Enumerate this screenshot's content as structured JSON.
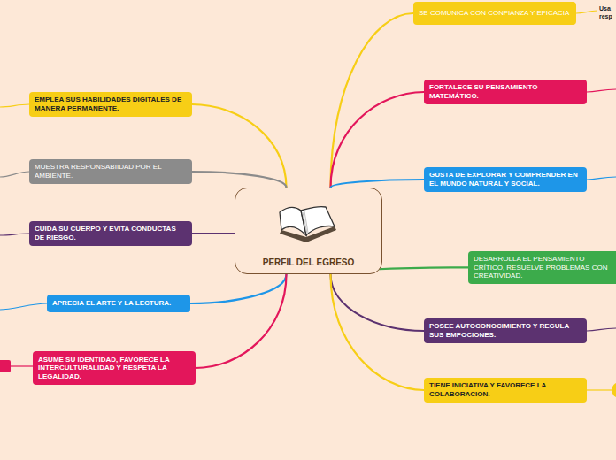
{
  "diagram": {
    "nodes": [
      {
        "text": [
          "PERFIL DEL EGRESO"
        ]
      },
      {
        "text": [
          "SE COMUNICA CON CONFIANZA Y EFICACIA"
        ]
      },
      {
        "text": [
          "FORTALECE SU PENSAMIENTO MATEMÁTICO."
        ]
      },
      {
        "text": [
          "GUSTA DE EXPLORAR Y COMPRENDER EN EL MUNDO NATURAL Y SOCIAL."
        ]
      },
      {
        "text": [
          "DESARROLLA EL PENSAMIENTO CRÍTICO, RESUELVE PROBLEMAS CON CREATIVIDAD."
        ]
      },
      {
        "text": [
          "POSEE AUTOCONOCIMIENTO Y REGULA SUS EMPOCIONES."
        ]
      },
      {
        "text": [
          "TIENE INICIATIVA Y FAVORECE LA COLABORACION."
        ]
      },
      {
        "text": [
          "EMPLEA SUS HABILIDADES DIGITALES DE MANERA PERMANENTE."
        ]
      },
      {
        "text": [
          "MUESTRA RESPONSABIIDAD POR EL AMBIENTE."
        ]
      },
      {
        "text": [
          "CUIDA SU CUERPO Y EVITA CONDUCTAS DE RIESGO."
        ]
      },
      {
        "text": [
          "APRECIA EL ARTE Y LA LECTURA."
        ]
      },
      {
        "text": [
          "ASUME SU IDENTIDAD, FAVORECE LA INTERCULTURALIDAD Y RESPETA LA LEGALIDAD."
        ]
      }
    ],
    "edges": [
      {
        "from": 0,
        "to": 1,
        "arrow": "none"
      },
      {
        "from": 0,
        "to": 2,
        "arrow": "none"
      },
      {
        "from": 0,
        "to": 3,
        "arrow": "none"
      },
      {
        "from": 0,
        "to": 4,
        "arrow": "none"
      },
      {
        "from": 0,
        "to": 5,
        "arrow": "none"
      },
      {
        "from": 0,
        "to": 6,
        "arrow": "none"
      },
      {
        "from": 0,
        "to": 7,
        "arrow": "none"
      },
      {
        "from": 0,
        "to": 8,
        "arrow": "none"
      },
      {
        "from": 0,
        "to": 9,
        "arrow": "none"
      },
      {
        "from": 0,
        "to": 10,
        "arrow": "none"
      },
      {
        "from": 0,
        "to": 11,
        "arrow": "none"
      }
    ],
    "labels": [
      "Usa",
      "resp"
    ]
  }
}
